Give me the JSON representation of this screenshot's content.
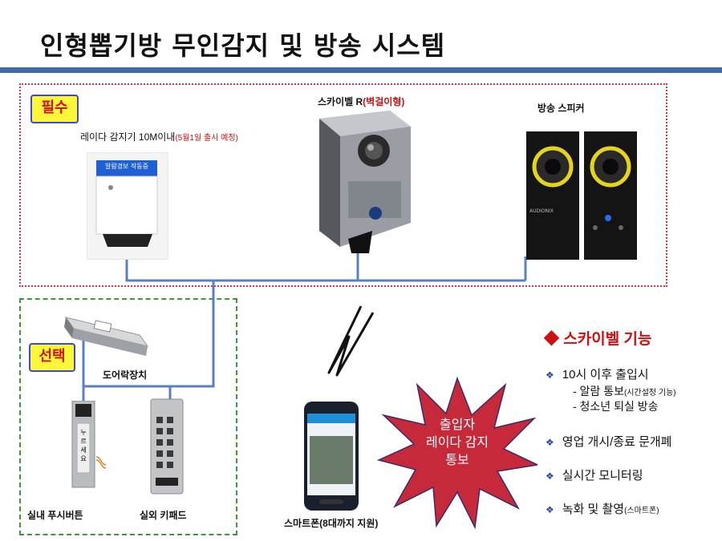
{
  "title": "인형뽑기방 무인감지 및 방송 시스템",
  "required_tag": "필수",
  "optional_tag": "선택",
  "radar": {
    "label": "레이다 감지기 10M이내",
    "note": "(5월1일 출시 예정)",
    "device_text": "알람경보 작동중"
  },
  "skybell": {
    "label": "스카이벨 R",
    "note": "(벽걸이형)"
  },
  "speaker": {
    "label": "방송 스피커",
    "brand": "AUDIONIX"
  },
  "doorlock": {
    "label": "도어락장치"
  },
  "push_button": {
    "label": "실내 푸시버튼",
    "device_text": "누르세요"
  },
  "keypad": {
    "label": "실외 키패드"
  },
  "smartphone": {
    "label": "스마트폰(8대까지 지원)"
  },
  "starburst": {
    "lines": [
      "출입자",
      "레이다 감지",
      "통보"
    ]
  },
  "features": {
    "heading": "스카이벨 기능",
    "items": [
      {
        "text": "10시 이후 출입시"
      },
      {
        "text": "영업 개시/종료 문개폐"
      },
      {
        "text": "실시간 모니터링"
      },
      {
        "text": "녹화 및 촬영",
        "note": "(스마트폰)"
      }
    ],
    "sub_items": [
      {
        "text": "- 알람 통보",
        "note": "(시간설정 기능)"
      },
      {
        "text": "- 청소년 퇴실 방송"
      }
    ]
  },
  "colors": {
    "title_rule": "#3d6aa8",
    "required_border": "#d23a3a",
    "optional_border": "#3a9a3a",
    "tag_fill": "#fdf73a",
    "accent_red": "#cc1111",
    "starburst_fill": "#c62a3a",
    "wire": "#5b7fc0"
  }
}
